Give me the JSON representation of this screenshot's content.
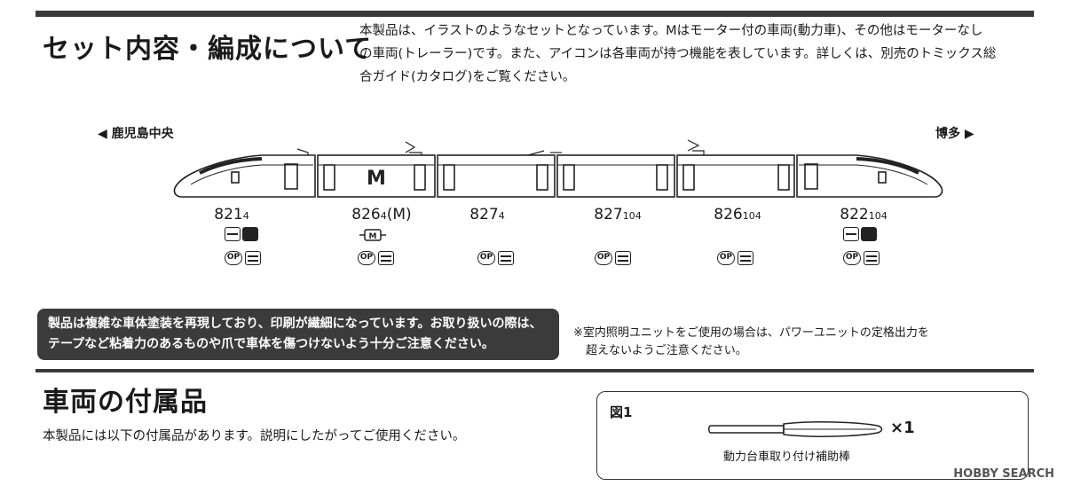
{
  "section1": {
    "title": "セット内容・編成について",
    "intro": [
      "本製品は、イラストのようなセットとなっています。Mはモーター付の車両(動力車)、その他はモーターなし",
      "の車両(トレーラー)です。また、アイコンは各車両が持つ機能を表しています。詳しくは、別売のトミックス総",
      "合ガイド(カタログ)をご覧ください。"
    ],
    "dir_left": "◀ 鹿児島中央",
    "dir_right": "博多 ▶",
    "motor_mark": "M",
    "cars": [
      {
        "num": "821",
        "sub": "4",
        "suffix": ""
      },
      {
        "num": "826",
        "sub": "4",
        "suffix": "(M)"
      },
      {
        "num": "827",
        "sub": "4",
        "suffix": ""
      },
      {
        "num": "827",
        "sub": "104",
        "suffix": ""
      },
      {
        "num": "826",
        "sub": "104",
        "suffix": ""
      },
      {
        "num": "822",
        "sub": "104",
        "suffix": ""
      }
    ],
    "op_label": "OP",
    "motor_icon_label": "M"
  },
  "warning": [
    "製品は複雑な車体塗装を再現しており、印刷が繊細になっています。お取り扱いの際は、",
    "テープなど粘着力のあるものや爪で車体を傷つけないよう十分ご注意ください。"
  ],
  "note": [
    "※室内照明ユニットをご使用の場合は、パワーユニットの定格出力を",
    "超えないようご注意ください。"
  ],
  "section2": {
    "title": "車両の付属品",
    "text": "本製品には以下の付属品があります。説明にしたがってご使用ください。",
    "figure_label": "図1",
    "qty": "×1",
    "caption": "動力台車取り付け補助棒"
  },
  "watermark": "HOBBY SEARCH"
}
